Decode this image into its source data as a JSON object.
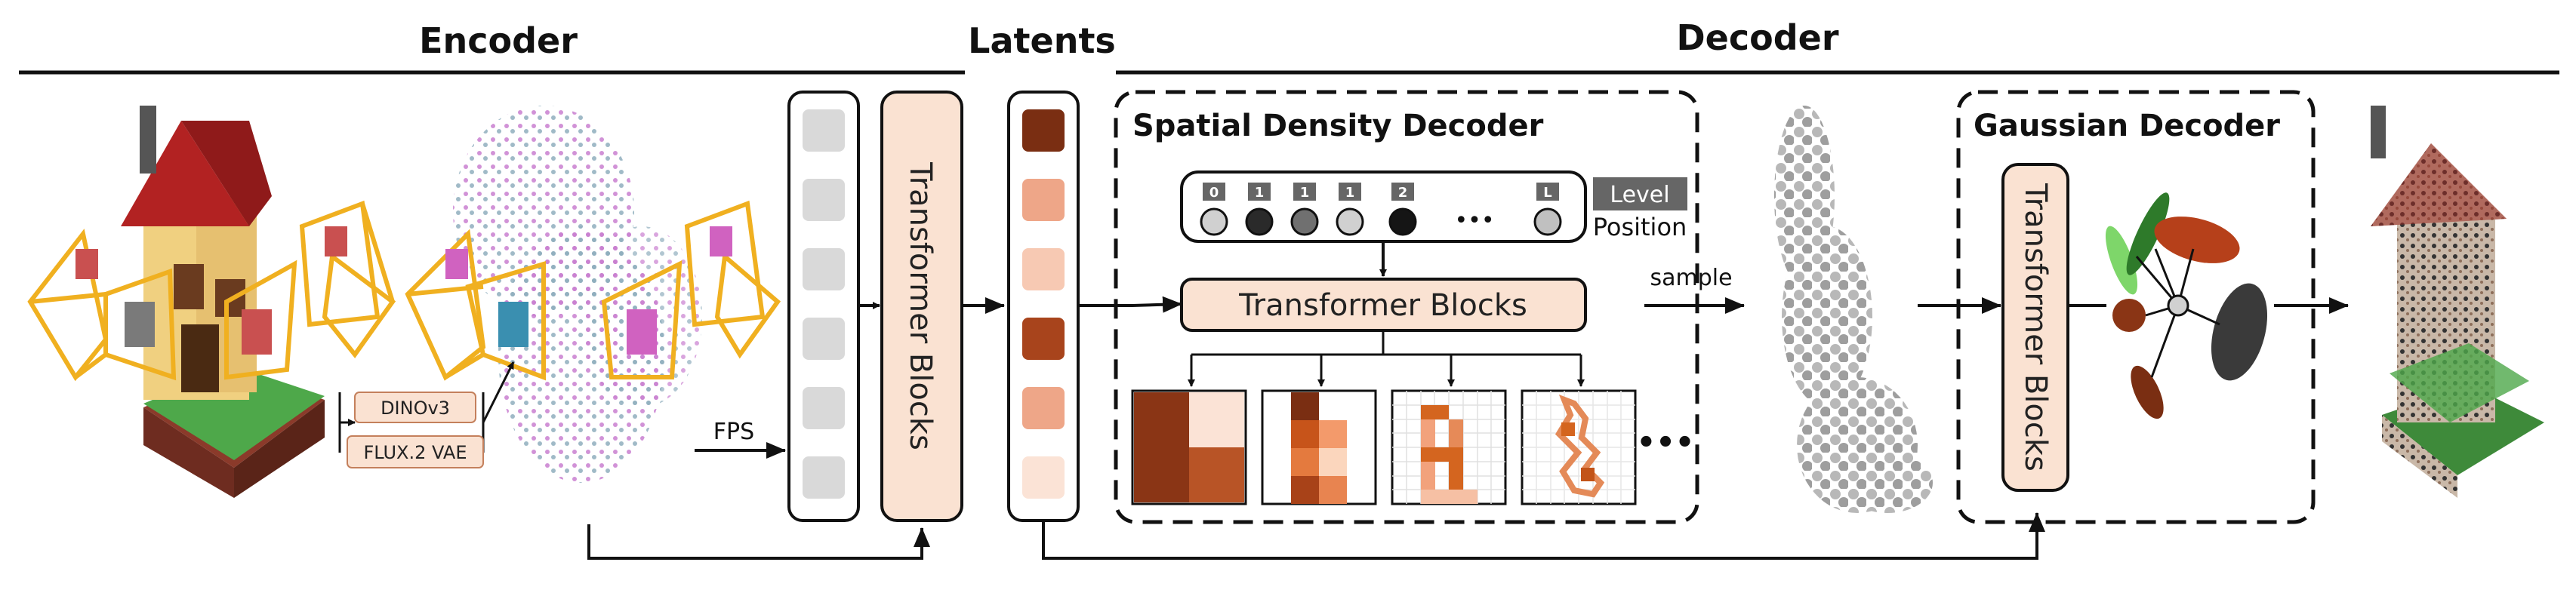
{
  "headers": {
    "encoder": "Encoder",
    "latents": "Latents",
    "decoder": "Decoder"
  },
  "encoder": {
    "feature_extractors": [
      "DINOv3",
      "FLUX.2 VAE"
    ],
    "fps_label": "FPS",
    "transformer_label": "Transformer Blocks"
  },
  "latents": {
    "token_colors": [
      "#7a2e12",
      "#eea688",
      "#f7c9b3",
      "#a8441c",
      "#eea688",
      "#fbe3d6"
    ]
  },
  "spatial_density_decoder": {
    "title": "Spatial Density Decoder",
    "level_labels": [
      "0",
      "1",
      "1",
      "1",
      "2",
      "L"
    ],
    "level_ellipsis": "•••",
    "level_text": "Level",
    "position_text": "Position",
    "transformer_label": "Transformer Blocks",
    "grid_ellipsis": "•••",
    "sample_label": "sample"
  },
  "gaussian_decoder": {
    "title": "Gaussian Decoder",
    "transformer_label": "Transformer Blocks"
  },
  "colors": {
    "accent_fill": "#fae2d2",
    "accent_stroke": "#c4805c",
    "camera_frame": "#f0b020",
    "level_tag": "#666666"
  }
}
